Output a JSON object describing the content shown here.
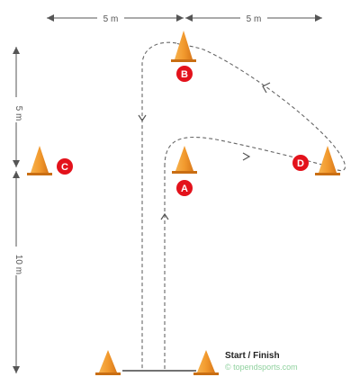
{
  "dimensions": {
    "top_left": "5 m",
    "top_right": "5 m",
    "left_upper": "5 m",
    "left_lower": "10 m"
  },
  "markers": {
    "a": "A",
    "b": "B",
    "c": "C",
    "d": "D"
  },
  "labels": {
    "start_finish": "Start / Finish",
    "watermark": "© topendsports.com"
  },
  "colors": {
    "cone": "#f29a2e",
    "badge": "#e3121b",
    "path": "#555555"
  }
}
